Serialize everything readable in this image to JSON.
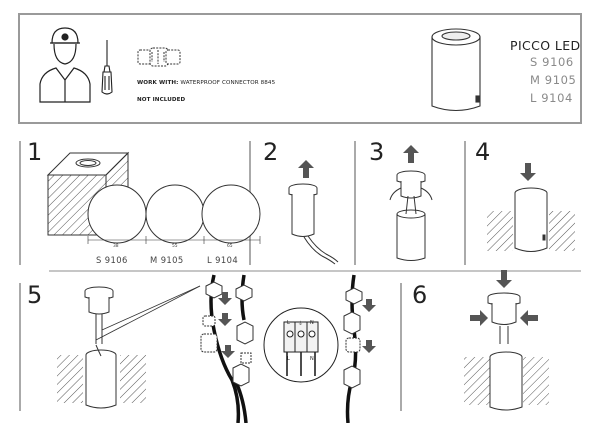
{
  "header": {
    "work_with_label": "WORK WITH:",
    "work_with_value": "WATERPROOF CONNECTOR 8845",
    "not_included": "NOT INCLUDED",
    "product_name": "PICCO LED",
    "codes": [
      "S 9106",
      "M 9105",
      "L 9104"
    ]
  },
  "steps": [
    "1",
    "2",
    "3",
    "4",
    "5",
    "6"
  ],
  "step1": {
    "sizes": [
      {
        "code": "S 9106",
        "dim": "38"
      },
      {
        "code": "M 9105",
        "dim": "55"
      },
      {
        "code": "L 9104",
        "dim": "65"
      }
    ]
  },
  "wiring": {
    "terminal_left": "L",
    "terminal_mid": "⏚",
    "terminal_right": "N",
    "bottom_left": "L",
    "bottom_right": "N"
  },
  "colors": {
    "frame": "#9a9a9a",
    "line": "#333333",
    "arrow": "#555555"
  }
}
